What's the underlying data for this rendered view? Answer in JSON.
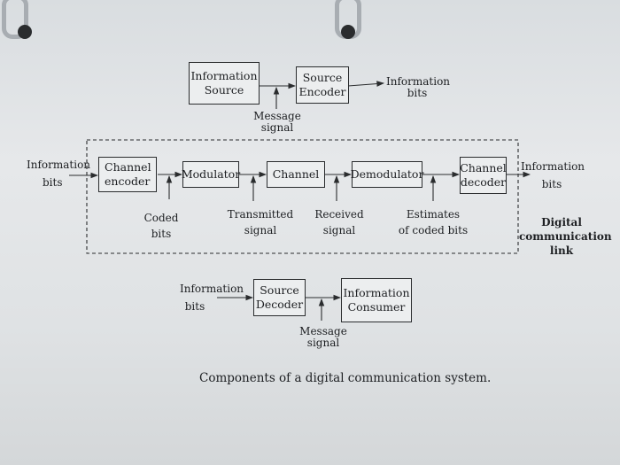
{
  "top": {
    "info_source": [
      "Information",
      "Source"
    ],
    "source_encoder": [
      "Source",
      "Encoder"
    ],
    "info_bits_out": [
      "Information",
      "bits"
    ],
    "message_signal": [
      "Message",
      "signal"
    ]
  },
  "link": {
    "info_bits_in": [
      "Information",
      "bits"
    ],
    "channel_encoder": [
      "Channel",
      "encoder"
    ],
    "modulator": "Modulator",
    "channel": "Channel",
    "demodulator": "Demodulator",
    "channel_decoder": [
      "Channel",
      "decoder"
    ],
    "info_bits_out": [
      "Information",
      "bits"
    ],
    "coded_bits": [
      "Coded",
      "bits"
    ],
    "transmitted_signal": [
      "Transmitted",
      "signal"
    ],
    "received_signal": [
      "Received",
      "signal"
    ],
    "estimates": [
      "Estimates",
      "of coded bits"
    ],
    "link_label": [
      "Digital",
      "communication",
      "link"
    ]
  },
  "bottom": {
    "info_bits_in": [
      "Information",
      "bits"
    ],
    "source_decoder": [
      "Source",
      "Decoder"
    ],
    "info_consumer": [
      "Information",
      "Consumer"
    ],
    "message_signal": [
      "Message",
      "signal"
    ]
  },
  "caption": "Components of a digital communication system."
}
